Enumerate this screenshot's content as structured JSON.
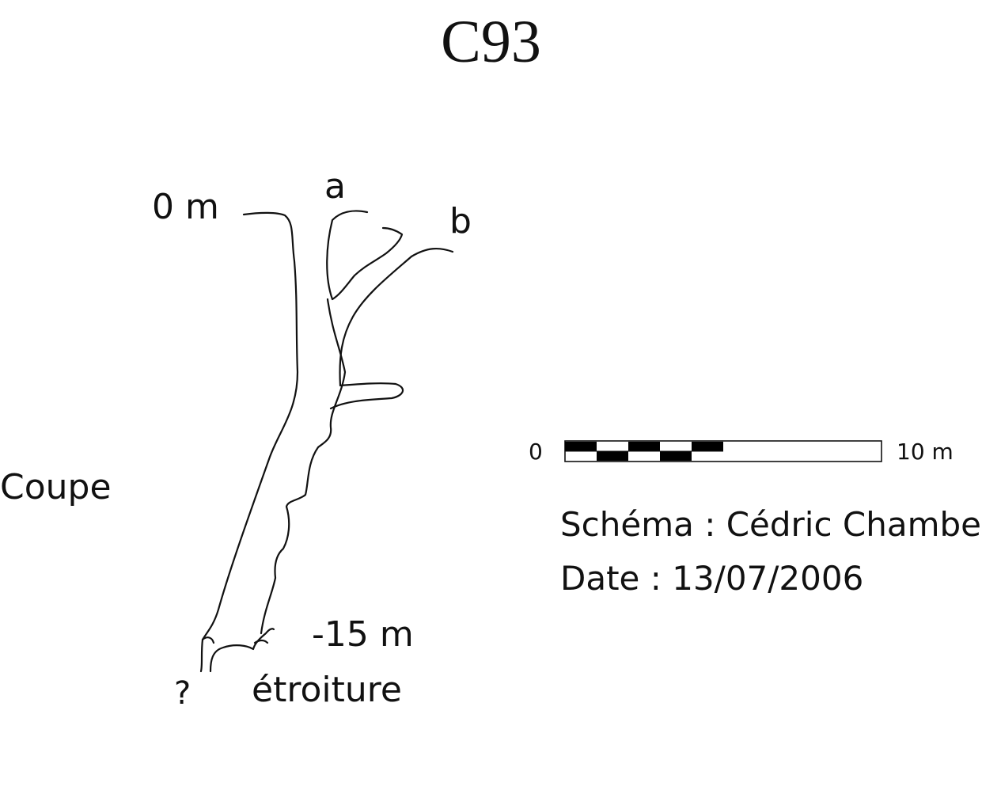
{
  "title": "C93",
  "labels": {
    "top_depth": "0 m",
    "branch_a": "a",
    "branch_b": "b",
    "view": "Coupe",
    "bottom_depth": "-15 m",
    "unknown": "?",
    "narrowing": "étroiture"
  },
  "scale": {
    "start_label": "0",
    "end_label": "10 m"
  },
  "credit": {
    "author": "Schéma : Cédric Chambe",
    "date": "Date : 13/07/2006"
  }
}
